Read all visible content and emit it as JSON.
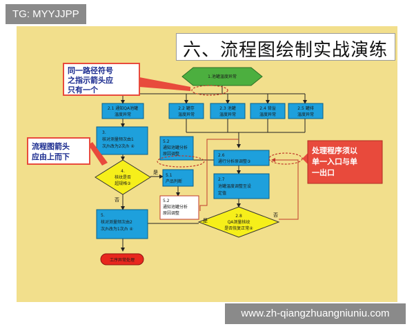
{
  "tag": "TG: MYYJJPP",
  "title": "六、流程图绘制实战演练",
  "watermark": "www.zh-qiangzhuangniuniu.com",
  "callouts": {
    "top_left": [
      "同一路径符号",
      "之指示箭头应",
      "只有一个"
    ],
    "mid_left": [
      "流程图箭头",
      "应由上而下"
    ],
    "right": [
      "处理程序须以",
      "单一入口与单",
      "一出口"
    ]
  },
  "nodes": {
    "start": "1.池罐温度异常",
    "n21": [
      "2.1 通知QA池罐",
      "温度异常"
    ],
    "n22": [
      "2.2 罐存",
      "温度异常"
    ],
    "n23": [
      "2.3 池罐",
      "温度异常"
    ],
    "n24": [
      "2.4 背溢",
      "温度异常"
    ],
    "n25": [
      "2.5 罐排",
      "温度异常"
    ],
    "n3": [
      "3.",
      "核对测量频次由1",
      "次/h改为2次/h ④"
    ],
    "n4": [
      "4.",
      "核纹是否",
      "超规格③"
    ],
    "n52a": [
      "5.2",
      "通知池罐分析",
      "原因调整"
    ],
    "n51": [
      "5.1",
      "产品判断"
    ],
    "n52b": [
      "5.2",
      "通知池罐分析",
      "原因调整"
    ],
    "n26": [
      "2.6",
      "通行分析原调整③"
    ],
    "n27": [
      "2.7",
      "池罐温度调整至设",
      "定值"
    ],
    "n28": [
      "2.8",
      "QA测量核纹",
      "是否恢复正常④"
    ],
    "n5": [
      "5.",
      "核对测量频次由2",
      "次/h改为1次/h ④"
    ],
    "end": "工序异常处理"
  },
  "labels": {
    "yes_4": "是",
    "no_4": "否",
    "yes_28": "是",
    "no_28": "否"
  }
}
